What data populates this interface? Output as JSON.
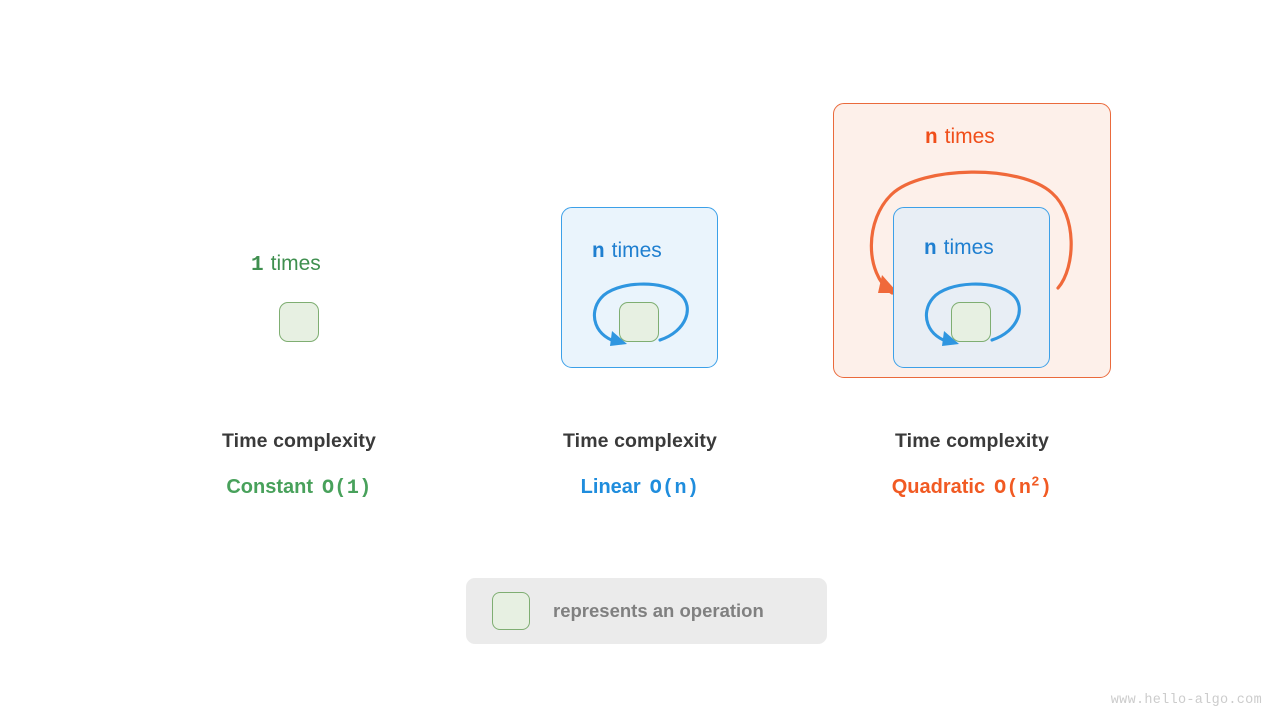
{
  "watermark": "www.hello-algo.com",
  "legend": {
    "swatch_icon": "operation-box-icon",
    "text": "represents an operation"
  },
  "caption_title": "Time complexity",
  "columns": [
    {
      "id": "constant",
      "times_count": "1",
      "times_word": "times",
      "title": "Time complexity",
      "complexity_word": "Constant",
      "big_o": "O(1)",
      "color": "#48a15b",
      "loop_depth": 0
    },
    {
      "id": "linear",
      "times_count": "n",
      "times_word": "times",
      "title": "Time complexity",
      "complexity_word": "Linear",
      "big_o": "O(n)",
      "color": "#1f8ddd",
      "loop_depth": 1
    },
    {
      "id": "quadratic",
      "outer_times_count": "n",
      "outer_times_word": "times",
      "times_count": "n",
      "times_word": "times",
      "title": "Time complexity",
      "complexity_word": "Quadratic",
      "big_o_base": "O(n",
      "big_o_exp": "2",
      "big_o_tail": ")",
      "color": "#f15a23",
      "loop_depth": 2
    }
  ],
  "colors": {
    "green_fill": "#e7f0e2",
    "green_border": "#7fae72",
    "green_text": "#48a15b",
    "blue_fill": "#eaf4fc",
    "blue_fill_inner": "#e8eef5",
    "blue_border": "#3ca0e8",
    "blue_text": "#1f8ddd",
    "orange_fill": "#fdf0ea",
    "orange_border": "#ea6a3c",
    "orange_text": "#f15a23",
    "legend_bg": "#ebebeb",
    "legend_text": "#808080",
    "title_text": "#3a3a3a",
    "watermark_text": "#cccccc",
    "background": "#ffffff"
  }
}
